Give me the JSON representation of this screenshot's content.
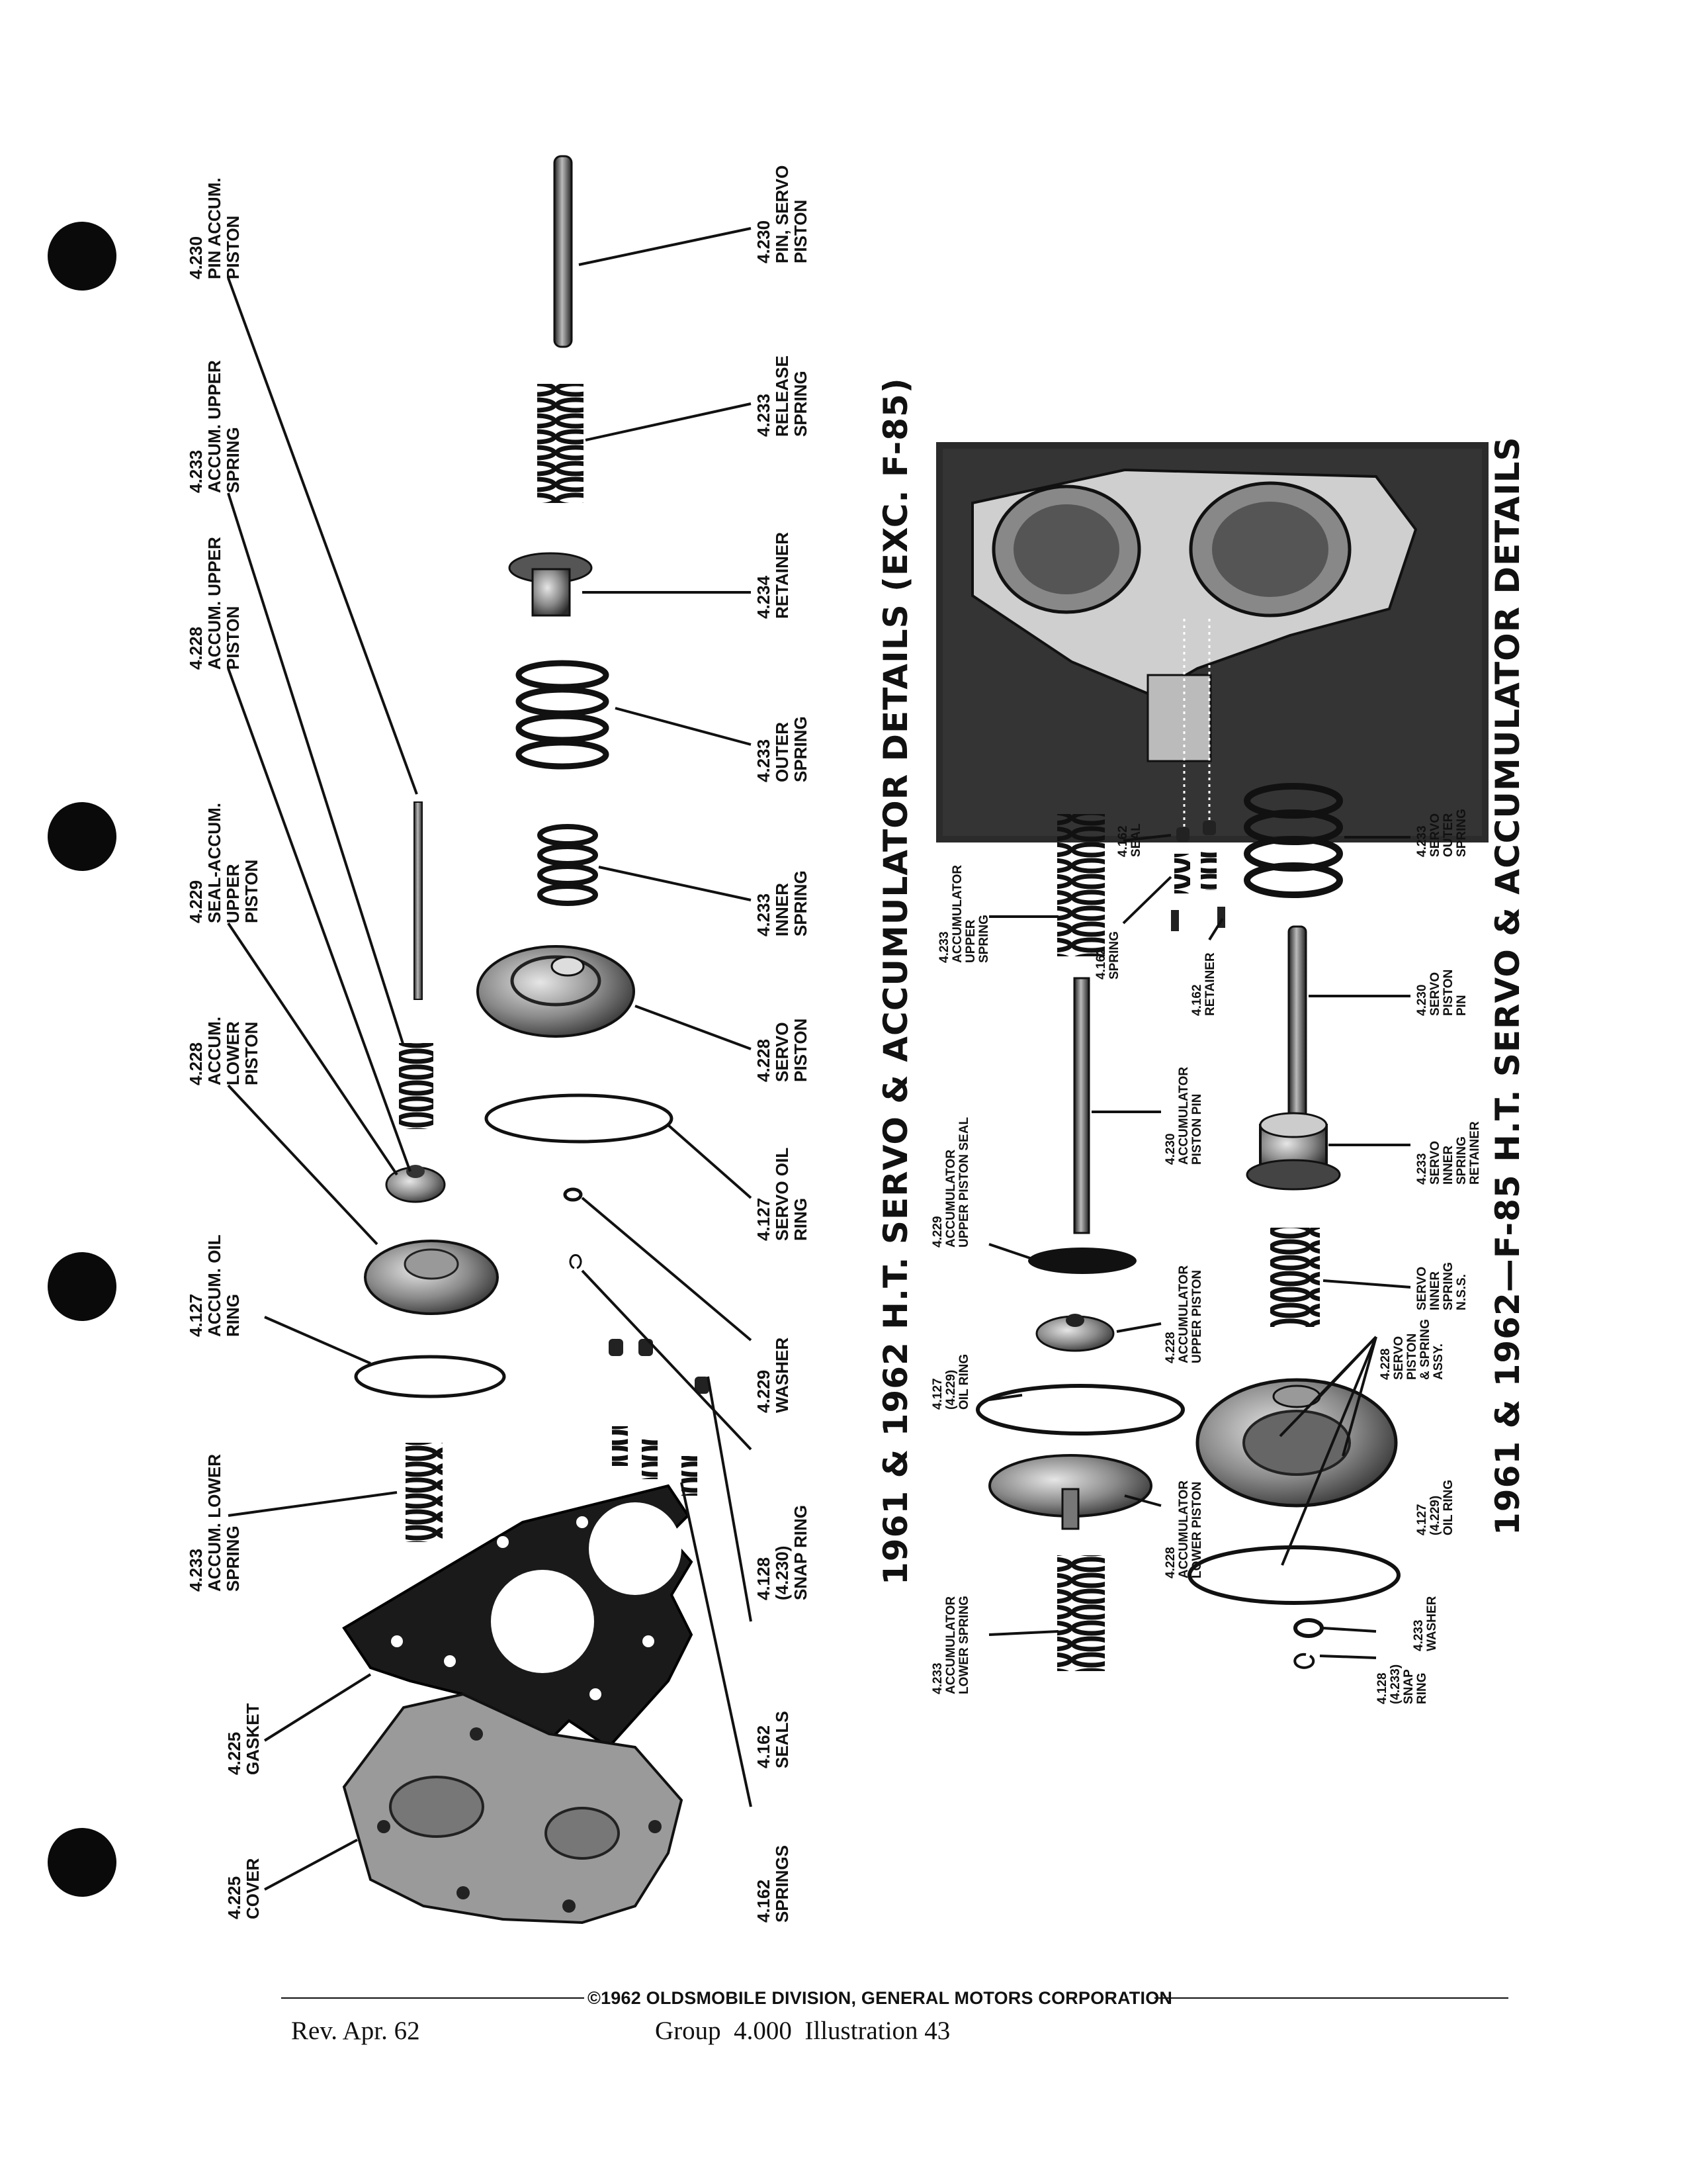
{
  "figure_top": {
    "title": "1961 & 1962 H.T. SERVO & ACCUMULATOR DETAILS (EXC. F-85)",
    "labels": [
      {
        "id": "pin-accum-piston",
        "lines": [
          "4.230",
          "PIN ACCUM.",
          "PISTON"
        ]
      },
      {
        "id": "accum-upper-spring",
        "lines": [
          "4.233",
          "ACCUM. UPPER",
          "SPRING"
        ]
      },
      {
        "id": "accum-upper-piston",
        "lines": [
          "4.228",
          "ACCUM. UPPER",
          "PISTON"
        ]
      },
      {
        "id": "seal-accum-upper-piston",
        "lines": [
          "4.229",
          "SEAL-ACCUM.",
          "UPPER",
          "PISTON"
        ]
      },
      {
        "id": "accum-lower-piston",
        "lines": [
          "4.228",
          "ACCUM.",
          "LOWER",
          "PISTON"
        ]
      },
      {
        "id": "accum-oil-ring",
        "lines": [
          "4.127",
          "ACCUM. OIL",
          "RING"
        ]
      },
      {
        "id": "accum-lower-spring",
        "lines": [
          "4.233",
          "ACCUM. LOWER",
          "SPRING"
        ]
      },
      {
        "id": "gasket",
        "lines": [
          "4.225",
          "GASKET"
        ]
      },
      {
        "id": "cover",
        "lines": [
          "4.225",
          "COVER"
        ]
      },
      {
        "id": "pin-servo-piston",
        "lines": [
          "4.230",
          "PIN, SERVO",
          "PISTON"
        ]
      },
      {
        "id": "release-spring",
        "lines": [
          "4.233",
          "RELEASE",
          "SPRING"
        ]
      },
      {
        "id": "retainer",
        "lines": [
          "4.234",
          "RETAINER"
        ]
      },
      {
        "id": "outer-spring",
        "lines": [
          "4.233",
          "OUTER",
          "SPRING"
        ]
      },
      {
        "id": "inner-spring",
        "lines": [
          "4.233",
          "INNER",
          "SPRING"
        ]
      },
      {
        "id": "servo-piston",
        "lines": [
          "4.228",
          "SERVO",
          "PISTON"
        ]
      },
      {
        "id": "servo-oil-ring",
        "lines": [
          "4.127",
          "SERVO OIL",
          "RING"
        ]
      },
      {
        "id": "washer",
        "lines": [
          "4.229",
          "WASHER"
        ]
      },
      {
        "id": "snap-ring",
        "lines": [
          "4.128",
          "(4.230)",
          "SNAP RING"
        ]
      },
      {
        "id": "seals",
        "lines": [
          "4.162",
          "SEALS"
        ]
      },
      {
        "id": "springs",
        "lines": [
          "4.162",
          "SPRINGS"
        ]
      }
    ]
  },
  "figure_bottom": {
    "title": "1961 & 1962—F-85 H.T. SERVO & ACCUMULATOR DETAILS",
    "labels": [
      {
        "id": "accumulator-upper-spring",
        "lines": [
          "4.233",
          "ACCUMULATOR",
          "UPPER",
          "SPRING"
        ]
      },
      {
        "id": "seal-162",
        "lines": [
          "4.162",
          "SEAL"
        ]
      },
      {
        "id": "spring-162",
        "lines": [
          "4.162",
          "SPRING"
        ]
      },
      {
        "id": "retainer-162",
        "lines": [
          "4.162",
          "RETAINER"
        ]
      },
      {
        "id": "servo-outer-spring",
        "lines": [
          "4.233",
          "SERVO",
          "OUTER",
          "SPRING"
        ]
      },
      {
        "id": "servo-piston-pin",
        "lines": [
          "4.230",
          "SERVO",
          "PISTON",
          "PIN"
        ]
      },
      {
        "id": "accumulator-piston-pin",
        "lines": [
          "4.230",
          "ACCUMULATOR",
          "PISTON PIN"
        ]
      },
      {
        "id": "accumulator-upper-piston-seal",
        "lines": [
          "4.229",
          "ACCUMULATOR",
          "UPPER PISTON SEAL"
        ]
      },
      {
        "id": "servo-inner-spring-retainer",
        "lines": [
          "4.233",
          "SERVO",
          "INNER",
          "SPRING",
          "RETAINER"
        ]
      },
      {
        "id": "servo-inner-spring-nss",
        "lines": [
          "SERVO",
          "INNER",
          "SPRING",
          "N.S.S."
        ]
      },
      {
        "id": "accumulator-upper-piston",
        "lines": [
          "4.228",
          "ACCUMULATOR",
          "UPPER PISTON"
        ]
      },
      {
        "id": "oil-ring-a",
        "lines": [
          "4.127",
          "(4.229)",
          "OIL RING"
        ]
      },
      {
        "id": "servo-piston-spring-assy",
        "lines": [
          "4.228",
          "SERVO",
          "PISTON",
          "& SPRING",
          "ASSY."
        ]
      },
      {
        "id": "oil-ring-b",
        "lines": [
          "4.127",
          "(4.229)",
          "OIL RING"
        ]
      },
      {
        "id": "accumulator-lower-spring",
        "lines": [
          "4.233",
          "ACCUMULATOR",
          "LOWER SPRING"
        ]
      },
      {
        "id": "accumulator-lower-piston",
        "lines": [
          "4.228",
          "ACCUMULATOR",
          "LOWER PISTON"
        ]
      },
      {
        "id": "washer-233",
        "lines": [
          "4.233",
          "WASHER"
        ]
      },
      {
        "id": "snap-ring-128",
        "lines": [
          "4.128",
          "(4.233)",
          "SNAP",
          "RING"
        ]
      }
    ]
  },
  "footer": {
    "copyright": "©1962 OLDSMOBILE DIVISION, GENERAL MOTORS CORPORATION",
    "revision": "Rev. Apr. 62",
    "group": "Group  4.000  Illustration 43"
  }
}
